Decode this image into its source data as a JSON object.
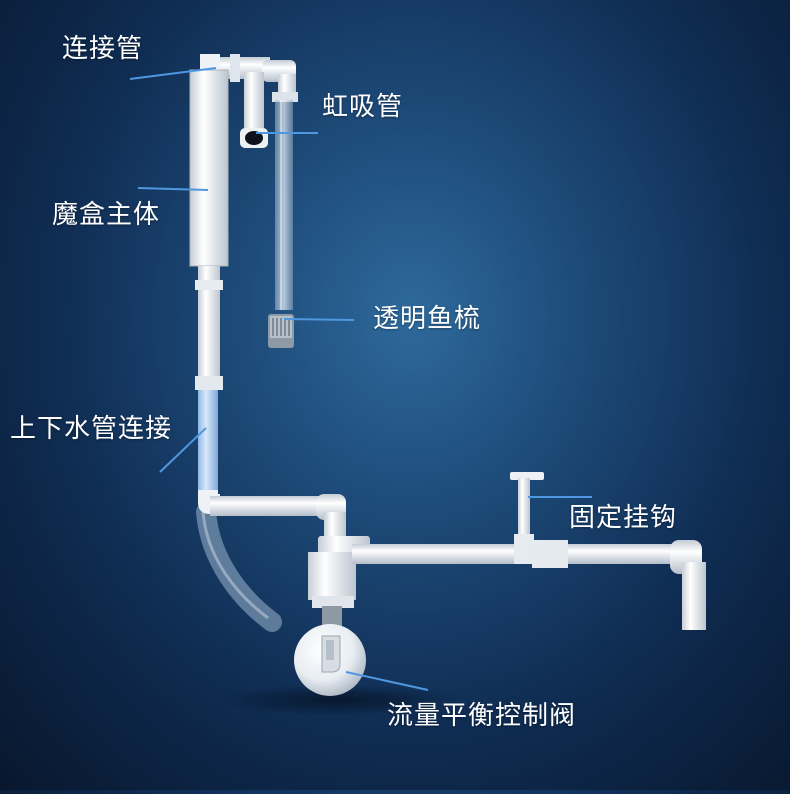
{
  "diagram": {
    "labels": {
      "connector_pipe": "连接管",
      "siphon_tube": "虹吸管",
      "box_body": "魔盒主体",
      "clear_comb": "透明鱼梳",
      "pipe_joint": "上下水管连接",
      "fixing_hook": "固定挂钩",
      "flow_valve": "流量平衡控制阀"
    },
    "colors": {
      "background_center": "#2e6a9c",
      "background_edge": "#08172d",
      "pipe": "#f2f5f8",
      "leader_line": "#4f97e0",
      "label_text": "#ffffff"
    }
  }
}
